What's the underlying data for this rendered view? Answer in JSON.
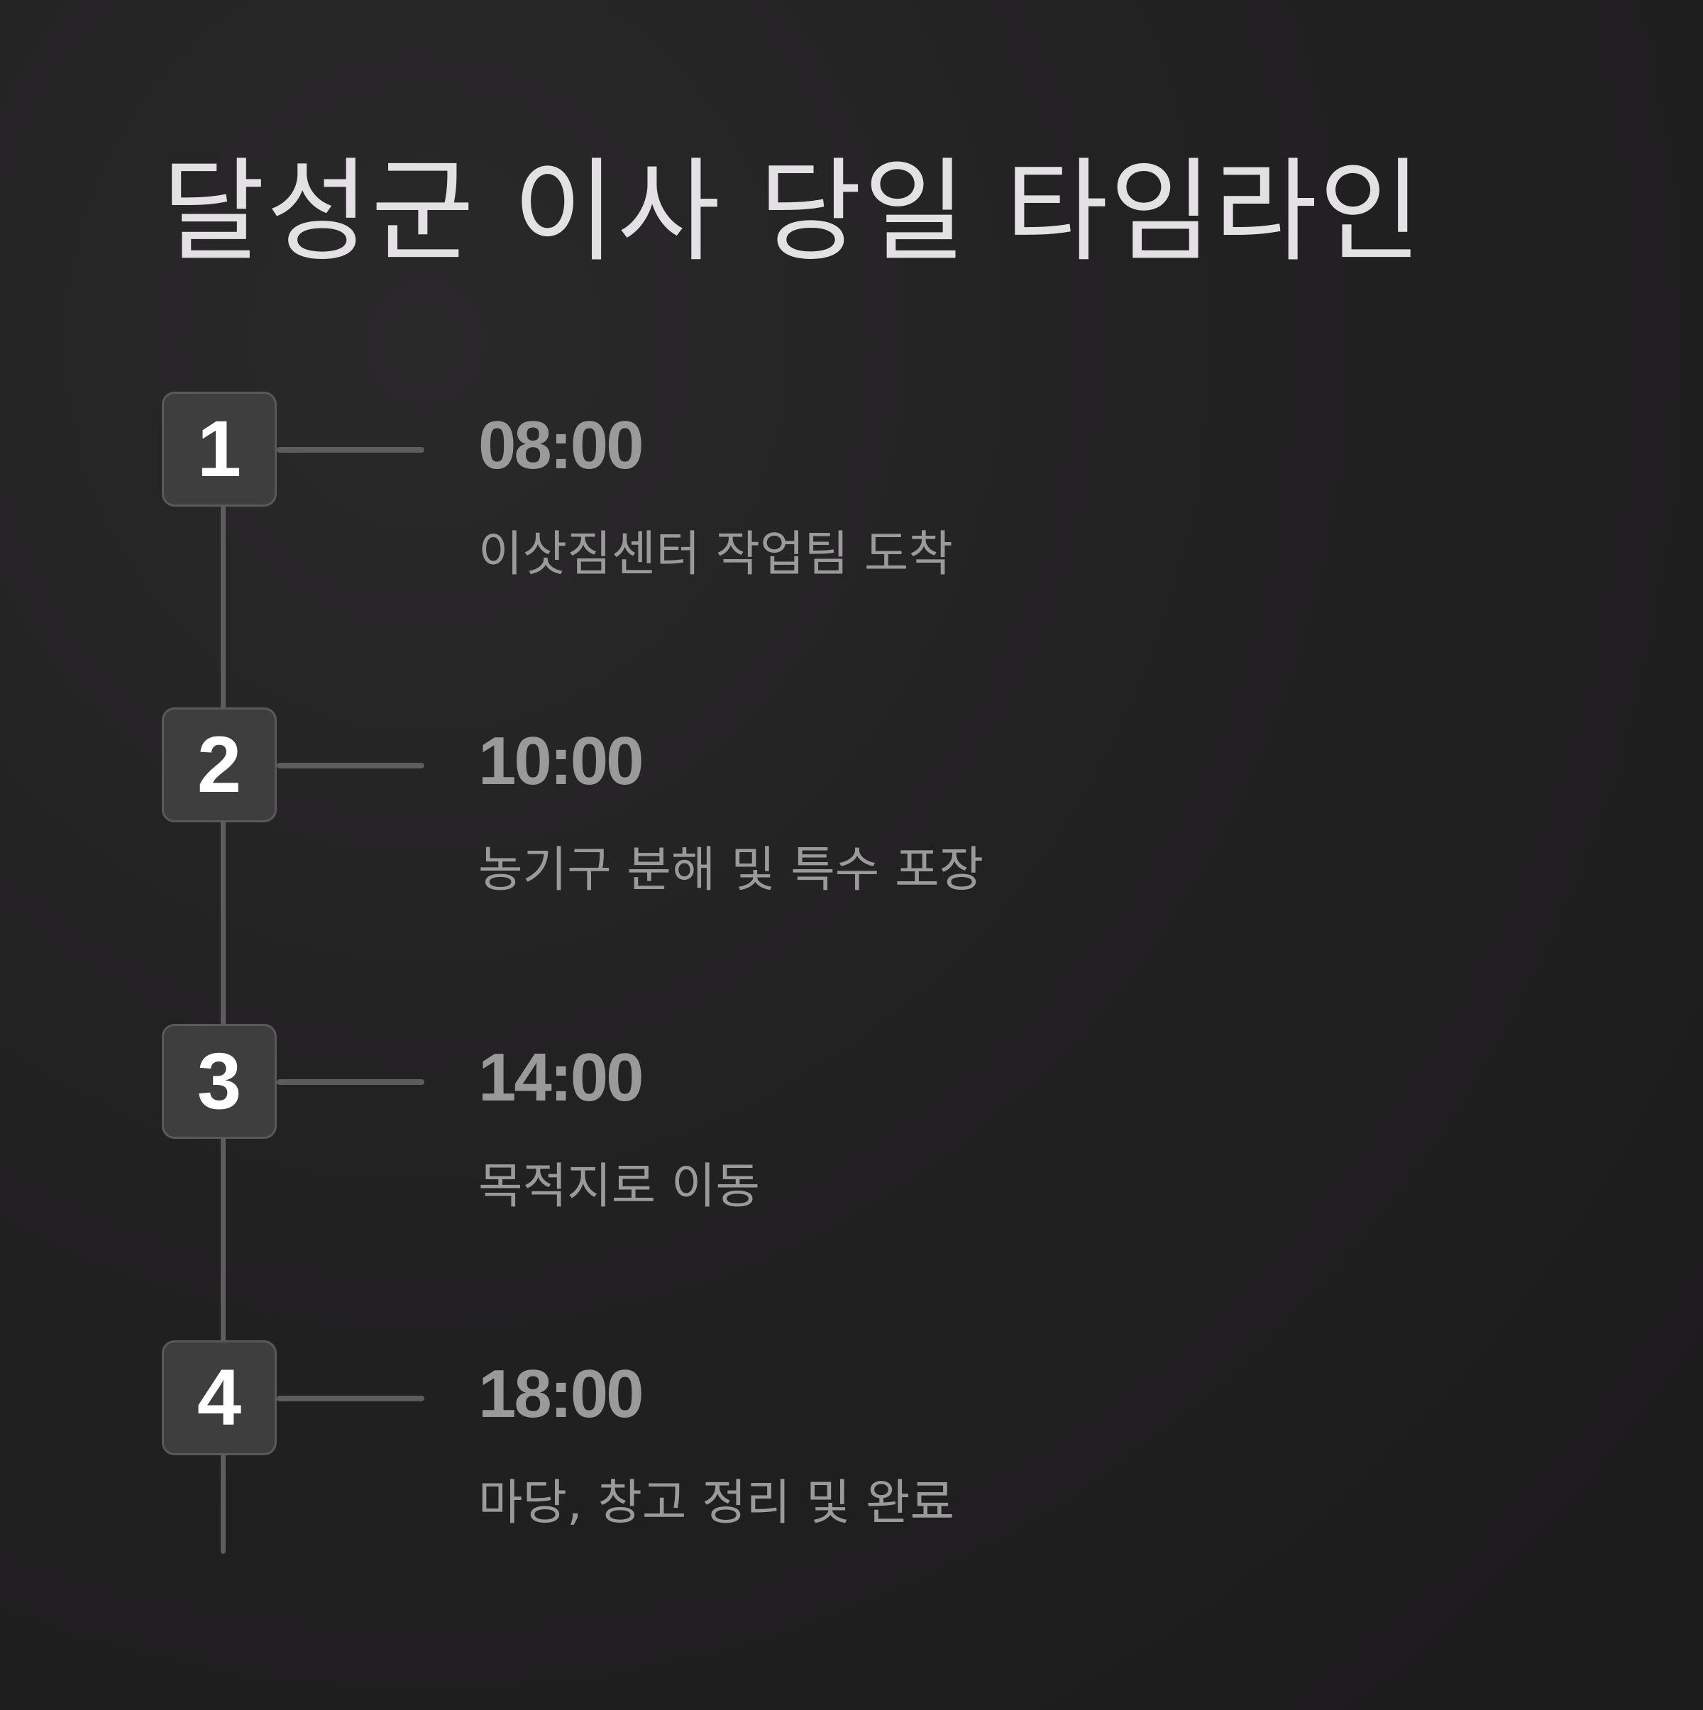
{
  "title": "달성군 이사 당일 타임라인",
  "steps": [
    {
      "number": "1",
      "time": "08:00",
      "description": "이삿짐센터 작업팀 도착"
    },
    {
      "number": "2",
      "time": "10:00",
      "description": "농기구 분해 및 특수 포장"
    },
    {
      "number": "3",
      "time": "14:00",
      "description": "목적지로 이동"
    },
    {
      "number": "4",
      "time": "18:00",
      "description": "마당, 창고 정리 및 완료"
    }
  ],
  "colors": {
    "background": "#1e1d1e",
    "title": "#e3e1e3",
    "badge_fill": "#3e3e3f",
    "badge_text": "#ffffff",
    "line": "#5e5d5e",
    "secondary_text": "#9b9a9b"
  }
}
